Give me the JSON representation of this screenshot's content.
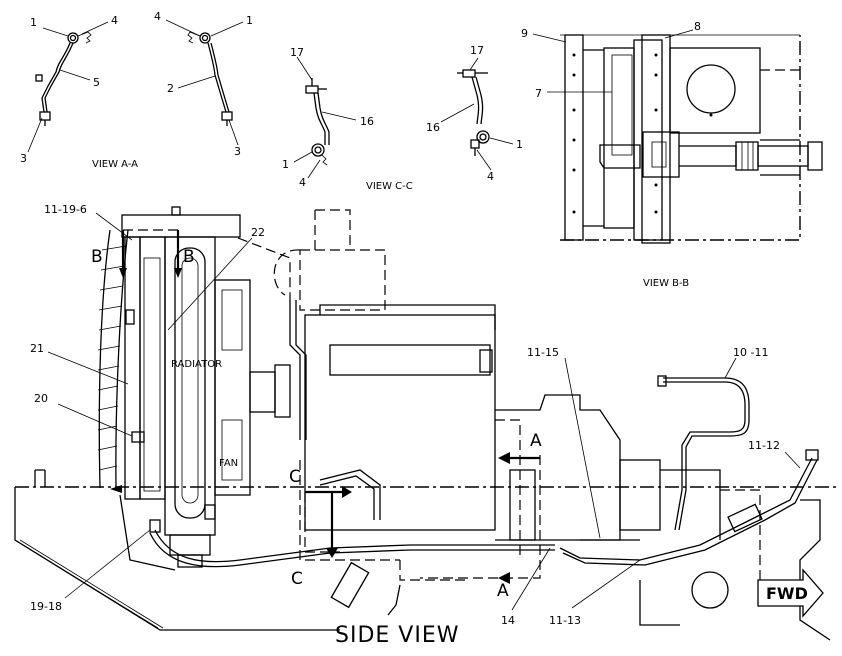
{
  "views": {
    "view_aa_caption": "VIEW A-A",
    "view_cc_caption": "VIEW C-C",
    "view_bb_caption": "VIEW B-B",
    "side_view_caption": "SIDE VIEW"
  },
  "view_aa": {
    "left": {
      "c1": "1",
      "c4": "4",
      "c5": "5",
      "c3": "3"
    },
    "right": {
      "c4": "4",
      "c1": "1",
      "c2": "2",
      "c3": "3"
    }
  },
  "view_cc": {
    "left": {
      "c17": "17",
      "c16": "16",
      "c1": "1",
      "c4": "4"
    },
    "right": {
      "c17": "17",
      "c16": "16",
      "c1": "1",
      "c4": "4"
    }
  },
  "view_bb": {
    "c9": "9",
    "c8": "8",
    "c7": "7"
  },
  "side_view": {
    "c11_19_6": "11-19-6",
    "c22": "22",
    "c21": "21",
    "c20": "20",
    "c19_18": "19-18",
    "c11_15": "11-15",
    "c10_11": "10 -11",
    "c11_12": "11-12",
    "c14": "14",
    "c11_13": "11-13",
    "radiator_label": "RADIATOR",
    "fan_label": "FAN",
    "section_b": "B",
    "section_a": "A",
    "section_c": "C",
    "fwd_label": "FWD"
  }
}
